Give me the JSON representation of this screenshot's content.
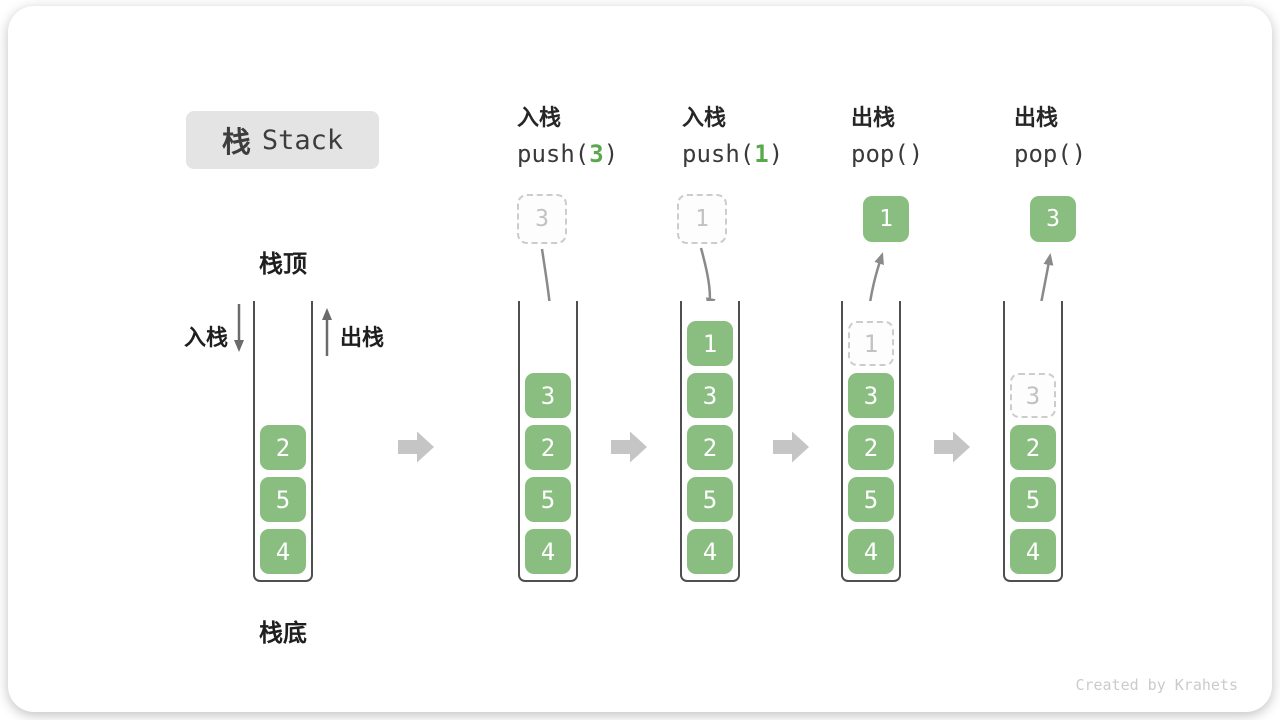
{
  "title": {
    "cn": "栈",
    "en": "Stack"
  },
  "labels": {
    "top": "栈顶",
    "bottom": "栈底",
    "push": "入栈",
    "pop": "出栈"
  },
  "ops": [
    {
      "name": "入栈",
      "pre": "push(",
      "arg": "3",
      "post": ")"
    },
    {
      "name": "入栈",
      "pre": "push(",
      "arg": "1",
      "post": ")"
    },
    {
      "name": "出栈",
      "pre": "pop(",
      "arg": "",
      "post": ")"
    },
    {
      "name": "出栈",
      "pre": "pop(",
      "arg": "",
      "post": ")"
    }
  ],
  "floats": {
    "pushed_3": "3",
    "pushed_1": "1",
    "popped_1": "1",
    "popped_3": "3"
  },
  "stacks": [
    {
      "blocks": [
        "2",
        "5",
        "4"
      ]
    },
    {
      "blocks": [
        "3",
        "2",
        "5",
        "4"
      ]
    },
    {
      "blocks": [
        "1",
        "3",
        "2",
        "5",
        "4"
      ]
    },
    {
      "ghost": "1",
      "blocks": [
        "3",
        "2",
        "5",
        "4"
      ]
    },
    {
      "ghost": "3",
      "blocks": [
        "2",
        "5",
        "4"
      ]
    }
  ],
  "watermark": "Created by Krahets",
  "colors": {
    "block_green": "#8ABE80",
    "arg_green": "#5AA84E",
    "block_text": "#FFFFFF",
    "curve_arrow": "#8A8A8A",
    "direction_arrow": "#6B6B6B",
    "flow_arrow": "#C5C5C5",
    "dashed_border": "#CCCCCC",
    "ghost_text": "#C2C2C2",
    "title_bg": "#E4E4E4",
    "ink": "#262626",
    "wall": "#4F4F4F",
    "watermark": "#CBCBCB"
  }
}
